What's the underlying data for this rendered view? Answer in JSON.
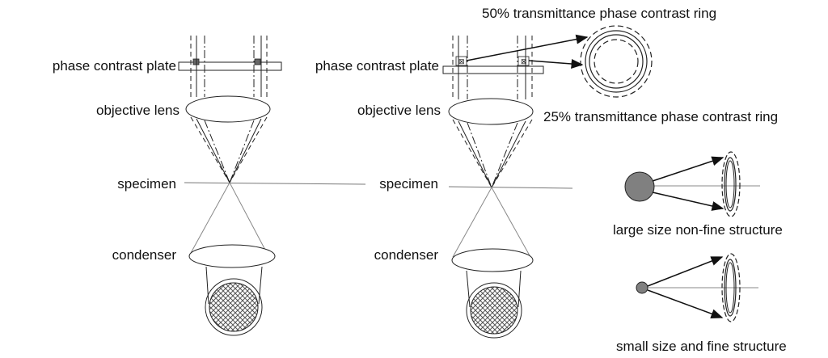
{
  "left": {
    "plate_label": "phase contrast plate",
    "objective_label": "objective lens",
    "specimen_label": "specimen",
    "condenser_label": "condenser"
  },
  "middle": {
    "plate_label": "phase contrast plate",
    "objective_label": "objective lens",
    "specimen_label": "specimen",
    "condenser_label": "condenser"
  },
  "rings": {
    "ring50_label": "50% transmittance phase contrast ring",
    "ring25_label": "25% transmittance phase contrast ring"
  },
  "structures": {
    "large_label": "large size non-fine structure",
    "small_label": "small size and fine structure"
  },
  "colors": {
    "line": "#222222",
    "thin": "#777777",
    "ring_element": "#555555",
    "particle": "#808080"
  }
}
